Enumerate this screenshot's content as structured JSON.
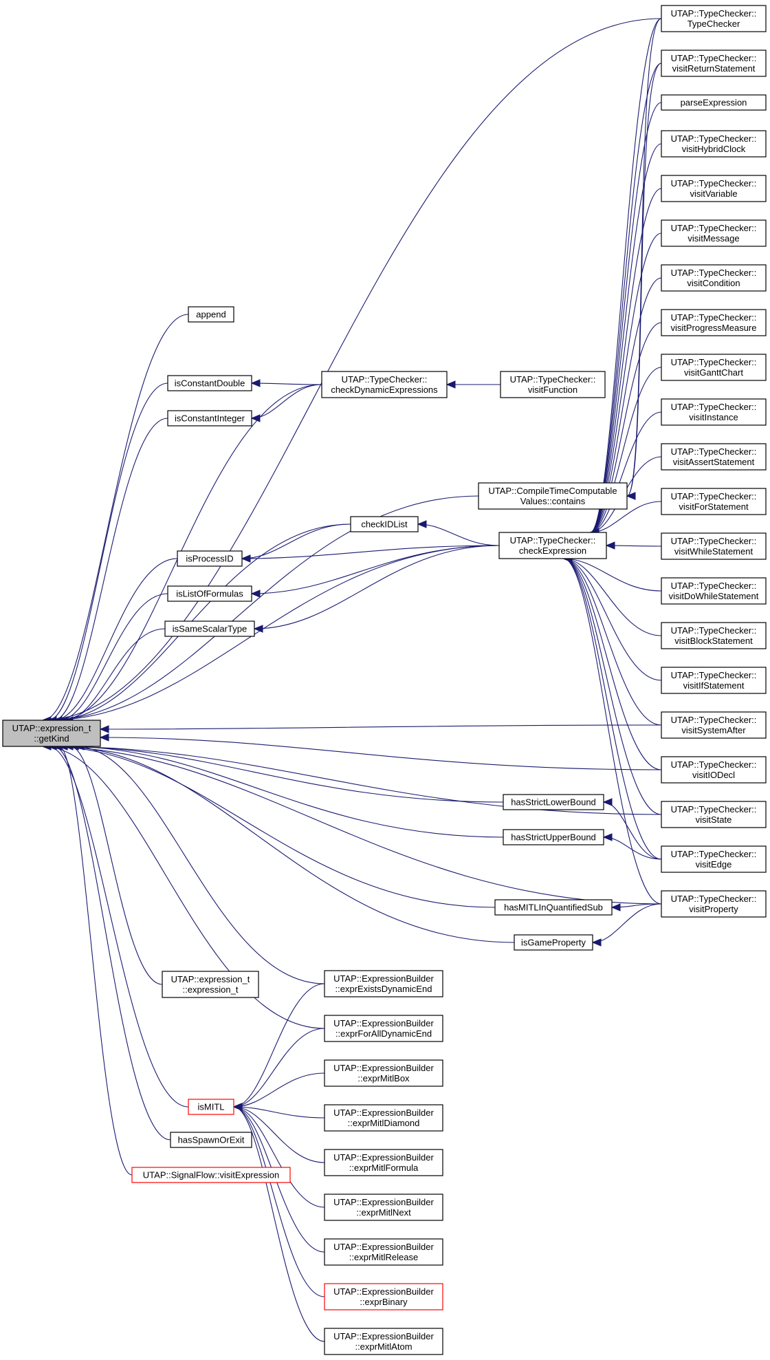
{
  "nodes": [
    {
      "id": "getkind",
      "lines": [
        "UTAP::expression_t",
        "::getKind"
      ],
      "variant": "root"
    },
    {
      "id": "append",
      "lines": [
        "append"
      ]
    },
    {
      "id": "isConstantDouble",
      "lines": [
        "isConstantDouble"
      ]
    },
    {
      "id": "isConstantInteger",
      "lines": [
        "isConstantInteger"
      ]
    },
    {
      "id": "checkDynamicExpressions",
      "lines": [
        "UTAP::TypeChecker::",
        "checkDynamicExpressions"
      ]
    },
    {
      "id": "visitFunction",
      "lines": [
        "UTAP::TypeChecker::",
        "visitFunction"
      ]
    },
    {
      "id": "compileTimeContains",
      "lines": [
        "UTAP::CompileTimeComputable",
        "Values::contains"
      ]
    },
    {
      "id": "checkIDList",
      "lines": [
        "checkIDList"
      ]
    },
    {
      "id": "isProcessID",
      "lines": [
        "isProcessID"
      ]
    },
    {
      "id": "isListOfFormulas",
      "lines": [
        "isListOfFormulas"
      ]
    },
    {
      "id": "isSameScalarType",
      "lines": [
        "isSameScalarType"
      ]
    },
    {
      "id": "checkExpression",
      "lines": [
        "UTAP::TypeChecker::",
        "checkExpression"
      ]
    },
    {
      "id": "hasStrictLowerBound",
      "lines": [
        "hasStrictLowerBound"
      ]
    },
    {
      "id": "hasStrictUpperBound",
      "lines": [
        "hasStrictUpperBound"
      ]
    },
    {
      "id": "hasMITLInQuantifiedSub",
      "lines": [
        "hasMITLInQuantifiedSub"
      ]
    },
    {
      "id": "isGameProperty",
      "lines": [
        "isGameProperty"
      ]
    },
    {
      "id": "exprCtor",
      "lines": [
        "UTAP::expression_t",
        "::expression_t"
      ]
    },
    {
      "id": "isMITL",
      "lines": [
        "isMITL"
      ],
      "variant": "red"
    },
    {
      "id": "hasSpawnOrExit",
      "lines": [
        "hasSpawnOrExit"
      ]
    },
    {
      "id": "signalFlowVisitExpression",
      "lines": [
        "UTAP::SignalFlow::visitExpression"
      ],
      "variant": "red"
    },
    {
      "id": "tcTypeChecker",
      "lines": [
        "UTAP::TypeChecker::",
        "TypeChecker"
      ]
    },
    {
      "id": "visitReturnStatement",
      "lines": [
        "UTAP::TypeChecker::",
        "visitReturnStatement"
      ]
    },
    {
      "id": "parseExpression",
      "lines": [
        "parseExpression"
      ]
    },
    {
      "id": "visitHybridClock",
      "lines": [
        "UTAP::TypeChecker::",
        "visitHybridClock"
      ]
    },
    {
      "id": "visitVariable",
      "lines": [
        "UTAP::TypeChecker::",
        "visitVariable"
      ]
    },
    {
      "id": "visitMessage",
      "lines": [
        "UTAP::TypeChecker::",
        "visitMessage"
      ]
    },
    {
      "id": "visitCondition",
      "lines": [
        "UTAP::TypeChecker::",
        "visitCondition"
      ]
    },
    {
      "id": "visitProgressMeasure",
      "lines": [
        "UTAP::TypeChecker::",
        "visitProgressMeasure"
      ]
    },
    {
      "id": "visitGanttChart",
      "lines": [
        "UTAP::TypeChecker::",
        "visitGanttChart"
      ]
    },
    {
      "id": "visitInstance",
      "lines": [
        "UTAP::TypeChecker::",
        "visitInstance"
      ]
    },
    {
      "id": "visitAssertStatement",
      "lines": [
        "UTAP::TypeChecker::",
        "visitAssertStatement"
      ]
    },
    {
      "id": "visitForStatement",
      "lines": [
        "UTAP::TypeChecker::",
        "visitForStatement"
      ]
    },
    {
      "id": "visitWhileStatement",
      "lines": [
        "UTAP::TypeChecker::",
        "visitWhileStatement"
      ]
    },
    {
      "id": "visitDoWhileStatement",
      "lines": [
        "UTAP::TypeChecker::",
        "visitDoWhileStatement"
      ]
    },
    {
      "id": "visitBlockStatement",
      "lines": [
        "UTAP::TypeChecker::",
        "visitBlockStatement"
      ]
    },
    {
      "id": "visitIfStatement",
      "lines": [
        "UTAP::TypeChecker::",
        "visitIfStatement"
      ]
    },
    {
      "id": "visitSystemAfter",
      "lines": [
        "UTAP::TypeChecker::",
        "visitSystemAfter"
      ]
    },
    {
      "id": "visitIODecl",
      "lines": [
        "UTAP::TypeChecker::",
        "visitIODecl"
      ]
    },
    {
      "id": "visitState",
      "lines": [
        "UTAP::TypeChecker::",
        "visitState"
      ]
    },
    {
      "id": "visitEdge",
      "lines": [
        "UTAP::TypeChecker::",
        "visitEdge"
      ]
    },
    {
      "id": "visitProperty",
      "lines": [
        "UTAP::TypeChecker::",
        "visitProperty"
      ]
    },
    {
      "id": "exprExistsDynamicEnd",
      "lines": [
        "UTAP::ExpressionBuilder",
        "::exprExistsDynamicEnd"
      ]
    },
    {
      "id": "exprForAllDynamicEnd",
      "lines": [
        "UTAP::ExpressionBuilder",
        "::exprForAllDynamicEnd"
      ]
    },
    {
      "id": "exprMitlBox",
      "lines": [
        "UTAP::ExpressionBuilder",
        "::exprMitlBox"
      ]
    },
    {
      "id": "exprMitlDiamond",
      "lines": [
        "UTAP::ExpressionBuilder",
        "::exprMitlDiamond"
      ]
    },
    {
      "id": "exprMitlFormula",
      "lines": [
        "UTAP::ExpressionBuilder",
        "::exprMitlFormula"
      ]
    },
    {
      "id": "exprMitlNext",
      "lines": [
        "UTAP::ExpressionBuilder",
        "::exprMitlNext"
      ]
    },
    {
      "id": "exprMitlRelease",
      "lines": [
        "UTAP::ExpressionBuilder",
        "::exprMitlRelease"
      ]
    },
    {
      "id": "exprBinary",
      "lines": [
        "UTAP::ExpressionBuilder",
        "::exprBinary"
      ],
      "variant": "red"
    },
    {
      "id": "exprMitlAtom",
      "lines": [
        "UTAP::ExpressionBuilder",
        "::exprMitlAtom"
      ]
    }
  ],
  "edges": [
    [
      "append",
      "getkind"
    ],
    [
      "isConstantDouble",
      "getkind"
    ],
    [
      "isConstantInteger",
      "getkind"
    ],
    [
      "checkDynamicExpressions",
      "getkind"
    ],
    [
      "checkDynamicExpressions",
      "isConstantDouble"
    ],
    [
      "checkDynamicExpressions",
      "isConstantInteger"
    ],
    [
      "visitFunction",
      "checkDynamicExpressions"
    ],
    [
      "tcTypeChecker",
      "getkind"
    ],
    [
      "compileTimeContains",
      "getkind"
    ],
    [
      "checkIDList",
      "getkind"
    ],
    [
      "checkIDList",
      "isProcessID"
    ],
    [
      "checkExpression",
      "checkIDList"
    ],
    [
      "checkExpression",
      "isProcessID"
    ],
    [
      "checkExpression",
      "isListOfFormulas"
    ],
    [
      "checkExpression",
      "isSameScalarType"
    ],
    [
      "checkExpression",
      "getkind"
    ],
    [
      "isProcessID",
      "getkind"
    ],
    [
      "isListOfFormulas",
      "getkind"
    ],
    [
      "isSameScalarType",
      "getkind"
    ],
    [
      "tcTypeChecker",
      "compileTimeContains"
    ],
    [
      "visitReturnStatement",
      "compileTimeContains"
    ],
    [
      "tcTypeChecker",
      "checkExpression"
    ],
    [
      "visitReturnStatement",
      "checkExpression"
    ],
    [
      "parseExpression",
      "checkExpression"
    ],
    [
      "visitHybridClock",
      "checkExpression"
    ],
    [
      "visitVariable",
      "checkExpression"
    ],
    [
      "visitMessage",
      "checkExpression"
    ],
    [
      "visitCondition",
      "checkExpression"
    ],
    [
      "visitProgressMeasure",
      "checkExpression"
    ],
    [
      "visitGanttChart",
      "checkExpression"
    ],
    [
      "visitInstance",
      "checkExpression"
    ],
    [
      "visitAssertStatement",
      "checkExpression"
    ],
    [
      "visitForStatement",
      "checkExpression"
    ],
    [
      "visitWhileStatement",
      "checkExpression"
    ],
    [
      "visitDoWhileStatement",
      "checkExpression"
    ],
    [
      "visitBlockStatement",
      "checkExpression"
    ],
    [
      "visitIfStatement",
      "checkExpression"
    ],
    [
      "visitSystemAfter",
      "checkExpression"
    ],
    [
      "visitIODecl",
      "checkExpression"
    ],
    [
      "visitState",
      "checkExpression"
    ],
    [
      "visitEdge",
      "checkExpression"
    ],
    [
      "visitProperty",
      "checkExpression"
    ],
    [
      "visitSystemAfter",
      "getkind"
    ],
    [
      "visitIODecl",
      "getkind"
    ],
    [
      "visitState",
      "getkind"
    ],
    [
      "hasStrictLowerBound",
      "getkind"
    ],
    [
      "hasStrictUpperBound",
      "getkind"
    ],
    [
      "visitEdge",
      "hasStrictLowerBound"
    ],
    [
      "visitEdge",
      "hasStrictUpperBound"
    ],
    [
      "visitProperty",
      "getkind"
    ],
    [
      "hasMITLInQuantifiedSub",
      "getkind"
    ],
    [
      "visitProperty",
      "hasMITLInQuantifiedSub"
    ],
    [
      "isGameProperty",
      "getkind"
    ],
    [
      "visitProperty",
      "isGameProperty"
    ],
    [
      "exprCtor",
      "getkind"
    ],
    [
      "exprExistsDynamicEnd",
      "getkind"
    ],
    [
      "exprForAllDynamicEnd",
      "getkind"
    ],
    [
      "isMITL",
      "getkind"
    ],
    [
      "hasSpawnOrExit",
      "getkind"
    ],
    [
      "signalFlowVisitExpression",
      "getkind"
    ],
    [
      "exprExistsDynamicEnd",
      "isMITL"
    ],
    [
      "exprForAllDynamicEnd",
      "isMITL"
    ],
    [
      "exprMitlBox",
      "isMITL"
    ],
    [
      "exprMitlDiamond",
      "isMITL"
    ],
    [
      "exprMitlFormula",
      "isMITL"
    ],
    [
      "exprMitlNext",
      "isMITL"
    ],
    [
      "exprMitlRelease",
      "isMITL"
    ],
    [
      "exprBinary",
      "isMITL"
    ],
    [
      "exprMitlAtom",
      "isMITL"
    ]
  ]
}
